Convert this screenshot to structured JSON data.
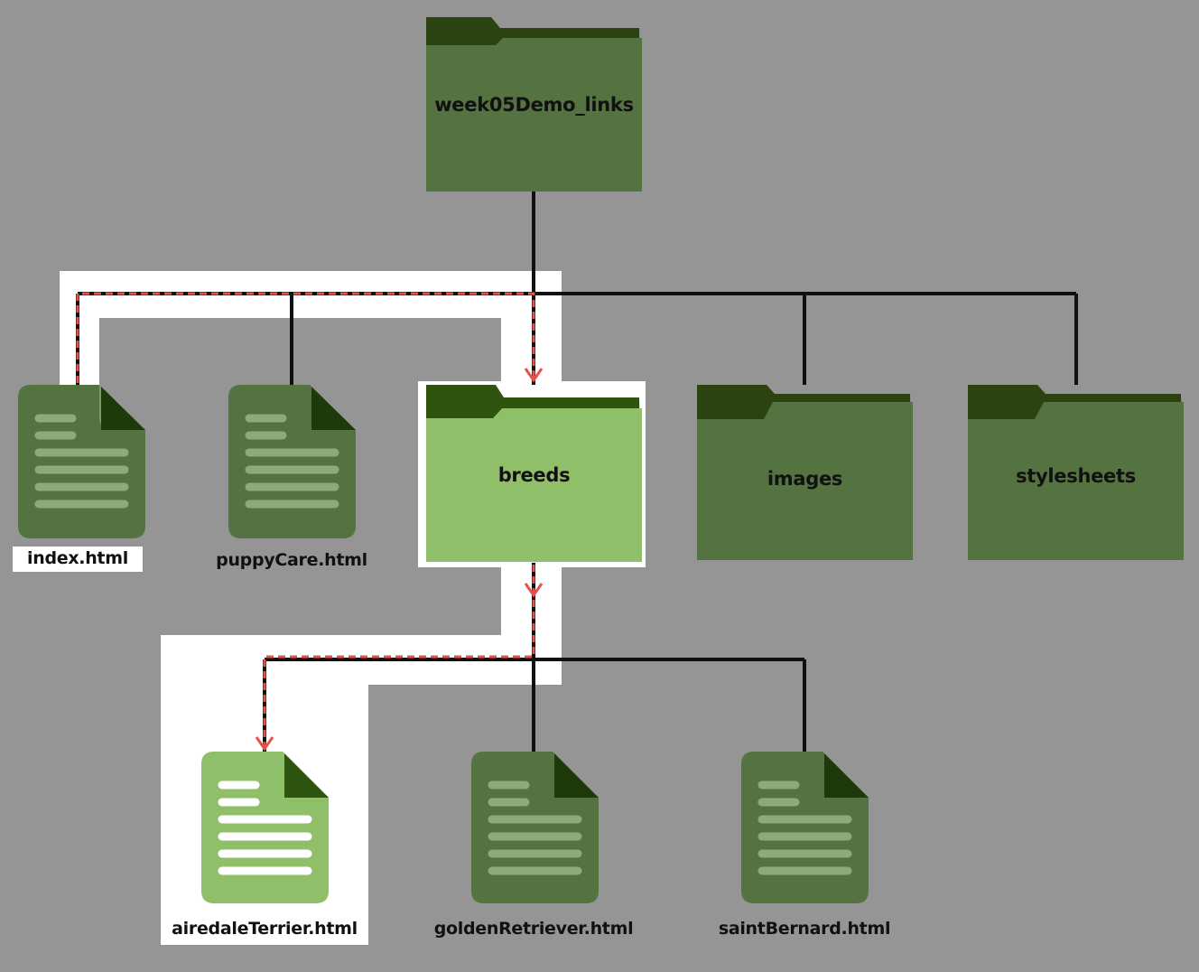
{
  "colors": {
    "background": "#959595",
    "node_dark": "#547340",
    "node_light": "#8fbf68",
    "tab_dark": "#2a4310",
    "tab_light": "#2f540f",
    "connector": "#111111",
    "path_highlight": "#ffffff",
    "path_arrow": "#e8504a"
  },
  "root": {
    "label": "week05Demo_links",
    "icon": "folder-icon"
  },
  "level1": [
    {
      "label": "index.html",
      "icon": "document-icon",
      "highlighted": true
    },
    {
      "label": "puppyCare.html",
      "icon": "document-icon",
      "highlighted": false
    },
    {
      "label": "breeds",
      "icon": "folder-icon",
      "highlighted": true
    },
    {
      "label": "images",
      "icon": "folder-icon",
      "highlighted": false
    },
    {
      "label": "stylesheets",
      "icon": "folder-icon",
      "highlighted": false
    }
  ],
  "level2": [
    {
      "label": "airedaleTerrier.html",
      "icon": "document-icon",
      "highlighted": true
    },
    {
      "label": "goldenRetriever.html",
      "icon": "document-icon",
      "highlighted": false
    },
    {
      "label": "saintBernard.html",
      "icon": "document-icon",
      "highlighted": false
    }
  ]
}
